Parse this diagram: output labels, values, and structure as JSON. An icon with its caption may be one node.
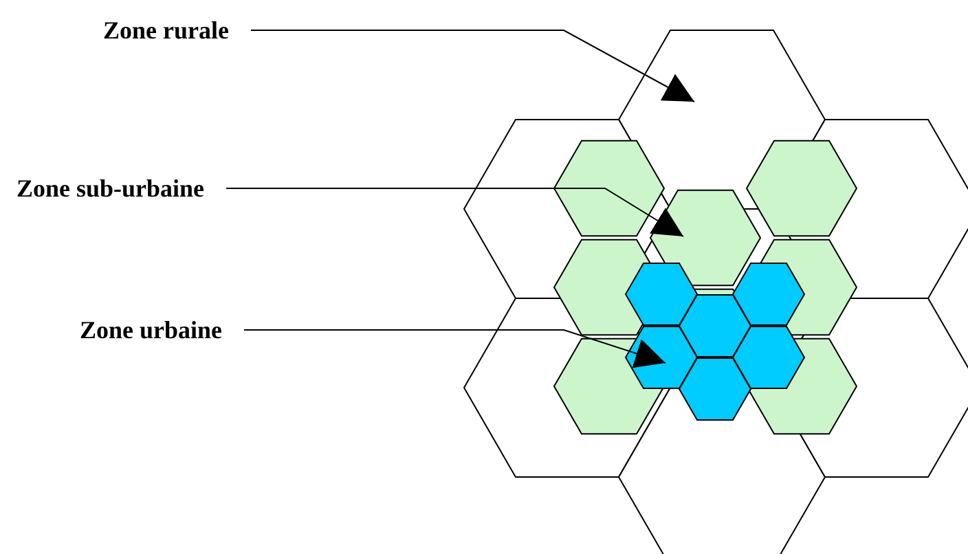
{
  "diagram": {
    "nodes": [
      {
        "text": [
          "Zone rurale"
        ]
      },
      {
        "text": [
          "Zone sub-urbaine"
        ]
      },
      {
        "text": [
          "Zone urbaine"
        ]
      },
      {
        "text": [],
        "shape": "hexagon"
      },
      {
        "text": [],
        "shape": "hexagon"
      },
      {
        "text": [],
        "shape": "hexagon"
      }
    ],
    "edges": [
      {
        "from": 0,
        "to": 3,
        "arrow": "to"
      },
      {
        "from": 1,
        "to": 4,
        "arrow": "to"
      },
      {
        "from": 2,
        "to": 5,
        "arrow": "to"
      }
    ]
  }
}
